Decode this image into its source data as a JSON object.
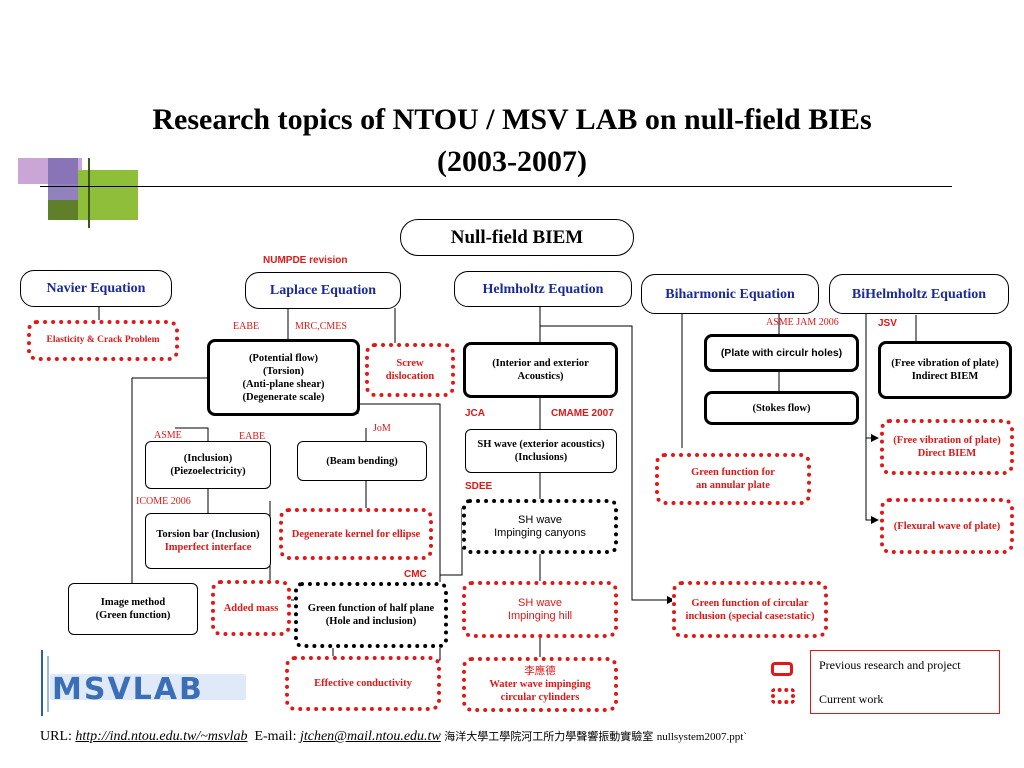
{
  "title": {
    "line1": "Research topics of NTOU / MSV LAB on null-field BIEs",
    "line2": "(2003-2007)"
  },
  "root": "Null-field BIEM",
  "equations": {
    "navier": "Navier Equation",
    "laplace": "Laplace Equation",
    "helmholtz": "Helmholtz Equation",
    "biharmonic": "Biharmonic Equation",
    "bihelmholtz": "BiHelmholtz Equation"
  },
  "labels": {
    "numpde": "NUMPDE revision",
    "eabe1": "EABE",
    "mrc": "MRC,CMES",
    "asme1": "ASME",
    "eabe2": "EABE",
    "jom": "JoM",
    "icome": "ICOME 2006",
    "jca": "JCA",
    "cmame": "CMAME 2007",
    "sdee": "SDEE",
    "cmc": "CMC",
    "asme_jam": "ASME JAM 2006",
    "jsv": "JSV"
  },
  "boxes": {
    "elasticity": "Elasticity & Crack Problem",
    "potential": [
      "(Potential flow)",
      "(Torsion)",
      "(Anti-plane shear)",
      "(Degenerate scale)"
    ],
    "screw": [
      "Screw",
      "dislocation"
    ],
    "inclusion": [
      "(Inclusion)",
      "(Piezoelectricity)"
    ],
    "beam": "(Beam bending)",
    "torsion": [
      "Torsion bar  (Inclusion)",
      "Imperfect interface"
    ],
    "degenerate": "Degenerate kernel for ellipse",
    "image": [
      "Image method",
      "(Green function)"
    ],
    "added_mass": "Added mass",
    "half_plane": [
      "Green function of half plane",
      "(Hole and inclusion)"
    ],
    "effective": "Effective conductivity",
    "interior": [
      "(Interior and exterior",
      "Acoustics)"
    ],
    "shwave_ext": [
      "SH wave (exterior acoustics)",
      "(Inclusions)"
    ],
    "canyons": [
      "SH wave",
      "Impinging canyons"
    ],
    "hill": [
      "SH wave",
      "Impinging hill"
    ],
    "water": {
      "name": "李應德",
      "l1": "Water wave impinging",
      "l2": "circular cylinders"
    },
    "plate_holes": "(Plate with circulr holes)",
    "stokes": "(Stokes flow)",
    "annular": [
      "Green function for",
      "an annular plate"
    ],
    "circular": [
      "Green function of circular",
      "inclusion (special case:static)"
    ],
    "free_indirect": [
      "(Free vibration of plate)",
      "Indirect BIEM"
    ],
    "free_direct": [
      "(Free vibration of plate)",
      "Direct BIEM"
    ],
    "flexural": "(Flexural wave of plate)"
  },
  "legend": {
    "previous": "Previous research and project",
    "current": "Current work"
  },
  "logo": "MSVLAB",
  "footer": {
    "url_label": "URL: ",
    "url": "http://ind.ntou.edu.tw/~msvlab",
    "email_label": "E-mail: ",
    "email": "jtchen@mail.ntou.edu.tw",
    "chinese": "海洋大學工學院河工所力學聲響振動實驗室",
    "file": "nullsystem2007.ppt`"
  }
}
